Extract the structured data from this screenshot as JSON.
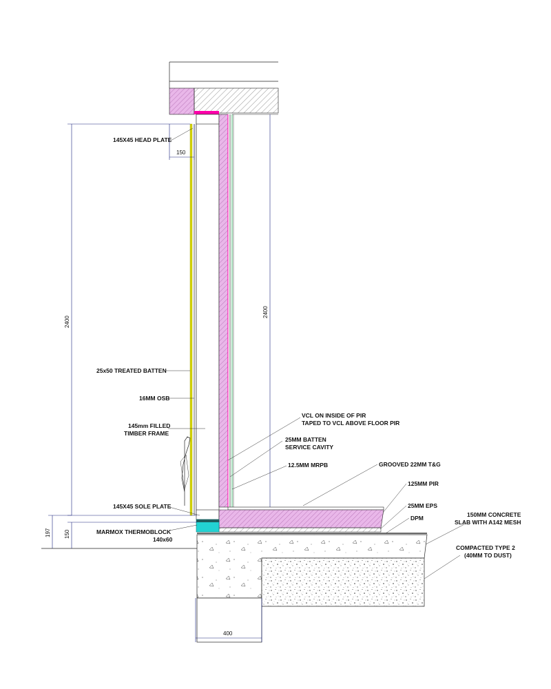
{
  "colors": {
    "insulation": "#cc66cc",
    "vcl": "#ff00aa",
    "batten": "#cccc00",
    "thermoblock": "#22d3d3",
    "dimension": "#1a237e",
    "board": "#22aa55"
  },
  "labels": {
    "head_plate": "145X45 HEAD PLATE",
    "treated_batten": "25x50 TREATED BATTEN",
    "osb": "16MM OSB",
    "timber_frame_1": "145mm FILLED",
    "timber_frame_2": "TIMBER FRAME",
    "sole_plate": "145X45 SOLE PLATE",
    "thermoblock_1": "MARMOX THERMOBLOCK",
    "thermoblock_2": "140x60",
    "vcl_1": "VCL ON INSIDE OF PIR",
    "vcl_2": "TAPED TO VCL ABOVE FLOOR PIR",
    "batten_cavity_1": "25MM BATTEN",
    "batten_cavity_2": "SERVICE CAVITY",
    "mrpb": "12.5MM MRPB",
    "tg": "GROOVED 22MM T&G",
    "pir": "125MM PIR",
    "eps": "25MM EPS",
    "dpm": "DPM",
    "slab_1": "150MM CONCRETE",
    "slab_2": "SLAB WITH A142 MESH",
    "type2_1": "COMPACTED TYPE 2",
    "type2_2": "(40MM TO DUST)"
  },
  "dimensions": {
    "top_150": "150",
    "height_left": "2400",
    "height_right": "2400",
    "d197": "197",
    "d150": "150",
    "d400": "400"
  }
}
